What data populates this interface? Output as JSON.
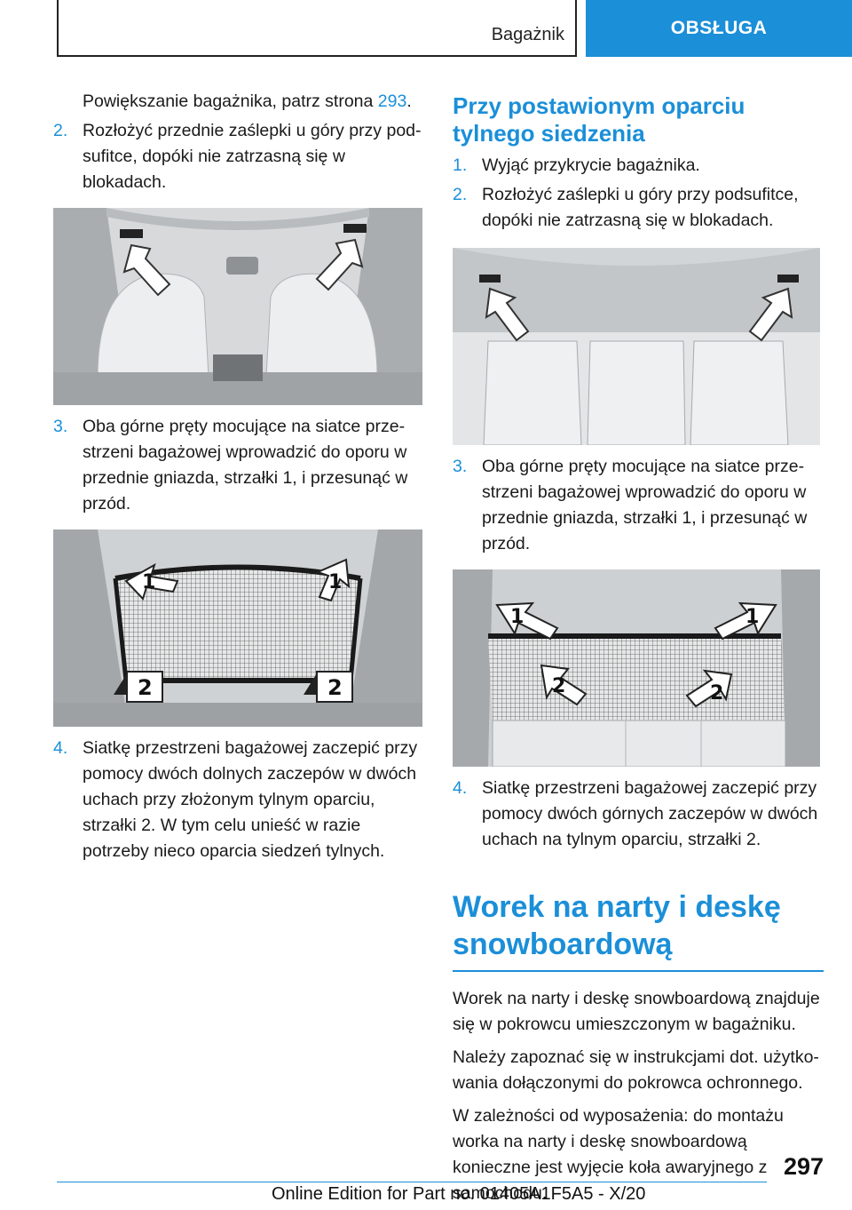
{
  "header": {
    "section": "Bagażnik",
    "tab": "OBSŁUGA"
  },
  "left": {
    "intro_text": "Powiększanie bagażnika, patrz strona ",
    "intro_link": "293",
    "intro_end": ".",
    "steps": [
      {
        "num": "2.",
        "text": "Rozłożyć przednie zaślepki u góry przy pod­sufitce, dopóki nie zatrzasną się w blokadach."
      },
      {
        "num": "3.",
        "text": "Oba górne pręty mocujące na siatce prze­strzeni bagażowej wprowadzić do oporu w przednie gniazda, strzałki 1, i przesunąć w przód."
      },
      {
        "num": "4.",
        "text": "Siatkę przestrzeni bagażowej zaczepić przy pomocy dwóch dolnych zaczepów w dwóch uchach przy złożonym tylnym oparciu, strzałki 2. W tym celu unieść w razie potrzeby nieco oparcia siedzeń tylnych."
      }
    ],
    "fig2_label_1a": "1",
    "fig2_label_1b": "1",
    "fig2_label_2a": "2",
    "fig2_label_2b": "2"
  },
  "right": {
    "heading": "Przy postawionym oparciu tylnego siedzenia",
    "steps": [
      {
        "num": "1.",
        "text": "Wyjąć przykrycie bagażnika."
      },
      {
        "num": "2.",
        "text": "Rozłożyć zaślepki u góry przy podsufitce, do­póki nie zatrzasną się w blokadach."
      },
      {
        "num": "3.",
        "text": "Oba górne pręty mocujące na siatce prze­strzeni bagażowej wprowadzić do oporu w przednie gniazda, strzałki 1, i przesunąć w przód."
      },
      {
        "num": "4.",
        "text": "Siatkę przestrzeni bagażowej zaczepić przy pomocy dwóch górnych zaczepów w dwóch uchach na tylnym oparciu, strzałki 2."
      }
    ],
    "fig4_label_1a": "1",
    "fig4_label_1b": "1",
    "fig4_label_2a": "2",
    "fig4_label_2b": "2",
    "section_heading": "Worek na narty i deskę snowboardową",
    "paragraphs": [
      "Worek na narty i deskę snowboardową znajduje się w pokrowcu umieszczonym w bagażniku.",
      "Należy zapoznać się w instrukcjami dot. użytko­wania dołączonymi do pokrowca ochronnego.",
      "W zależności od wyposażenia: do montażu worka na narty i deskę snowboardową konieczne jest wyjęcie koła awaryjnego z samochodu."
    ]
  },
  "page_number": "297",
  "footer": "Online Edition for Part no. 01405A1F5A5 - X/20",
  "colors": {
    "accent": "#1b8fd8"
  }
}
